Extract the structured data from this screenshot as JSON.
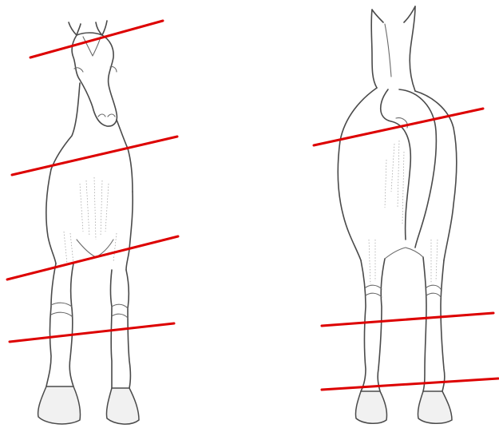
{
  "figure": {
    "views": [
      {
        "name": "front-view",
        "lines": 4
      },
      {
        "name": "rear-view",
        "lines": 3
      }
    ]
  },
  "colors": {
    "reference_line": "#dd0000",
    "ink": "#4a4a4a",
    "background": "#ffffff"
  }
}
